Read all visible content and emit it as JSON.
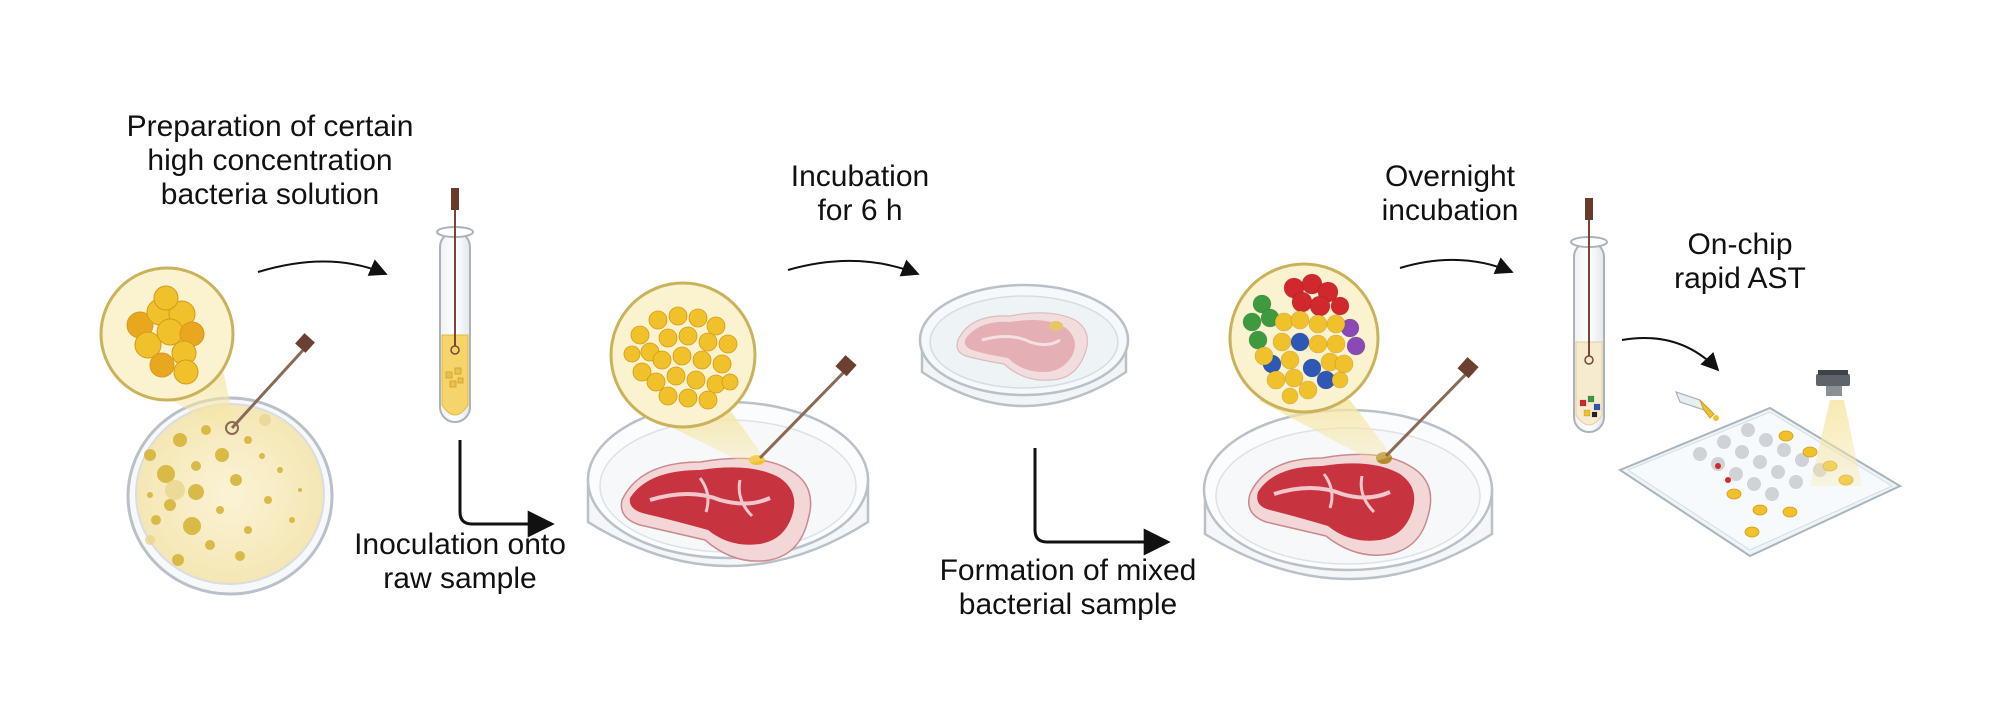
{
  "labels": {
    "preparation": [
      "Preparation of certain",
      "high concentration",
      "bacteria solution"
    ],
    "inoculation": [
      "Inoculation onto",
      "raw sample"
    ],
    "incubation6h": [
      "Incubation",
      "for 6 h"
    ],
    "formation": [
      "Formation of mixed",
      "bacterial sample"
    ],
    "overnight": [
      "Overnight",
      "incubation"
    ],
    "onchip": [
      "On-chip",
      "rapid AST"
    ]
  },
  "colors": {
    "bacteria_yellow": "#f0c12a",
    "bacteria_orange": "#e9a71f",
    "lens_fill": "#fbf2cf",
    "lens_ring": "#c9b25a",
    "meat_red": "#c7343f",
    "meat_fat": "#f3d6d6",
    "dish_rim": "#c9cfd6",
    "arrow": "#111111",
    "mixed_green": "#3d9a3e",
    "mixed_red": "#d1282e",
    "mixed_blue": "#2f57b5",
    "mixed_purple": "#8a4ab6"
  },
  "icons": [
    "agar-plate-icon",
    "magnifier-lens-icon",
    "test-tube-icon",
    "inoculation-loop-icon",
    "petri-dish-icon",
    "raw-meat-icon",
    "microfluidic-chip-icon",
    "camera-icon",
    "pipette-icon"
  ]
}
